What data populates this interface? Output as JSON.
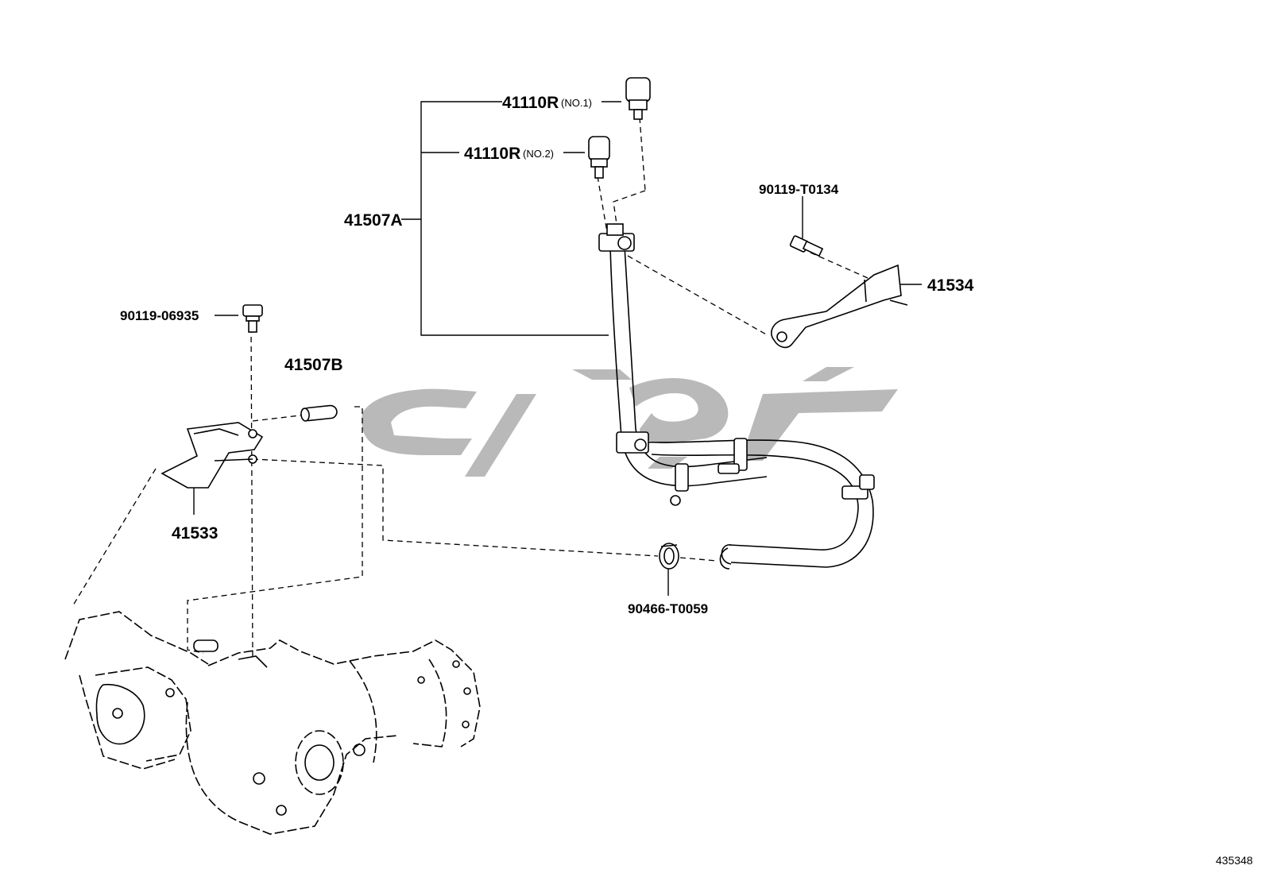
{
  "parts": {
    "p41110R_no1": {
      "code": "41110R",
      "note": "(NO.1)"
    },
    "p41110R_no2": {
      "code": "41110R",
      "note": "(NO.2)"
    },
    "p41507A": "41507A",
    "p90119_T0134": "90119-T0134",
    "p41534": "41534",
    "p90119_06935": "90119-06935",
    "p41507B": "41507B",
    "p41533": "41533",
    "p90466_T0059": "90466-T0059"
  },
  "figure_number": "435348",
  "watermark_color": "#b9b9b9"
}
